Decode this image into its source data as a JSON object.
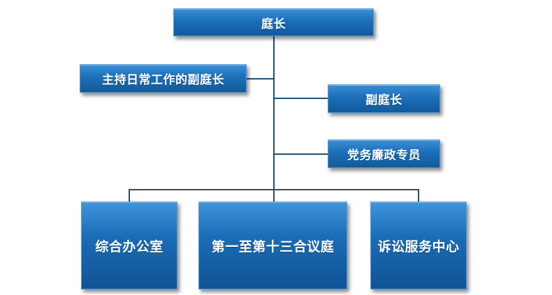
{
  "org_chart": {
    "head": "庭长",
    "executive_deputy": "主持日常工作的副庭长",
    "deputy": "副庭长",
    "party_official": "党务廉政专员",
    "departments": [
      "综合办公室",
      "第一至第十三合议庭",
      "诉讼服务中心"
    ]
  },
  "colors": {
    "box_fill": "#1b6fb8",
    "box_border": "#5a9bd8",
    "connector": "#1f4e79",
    "text": "#ffffff"
  }
}
